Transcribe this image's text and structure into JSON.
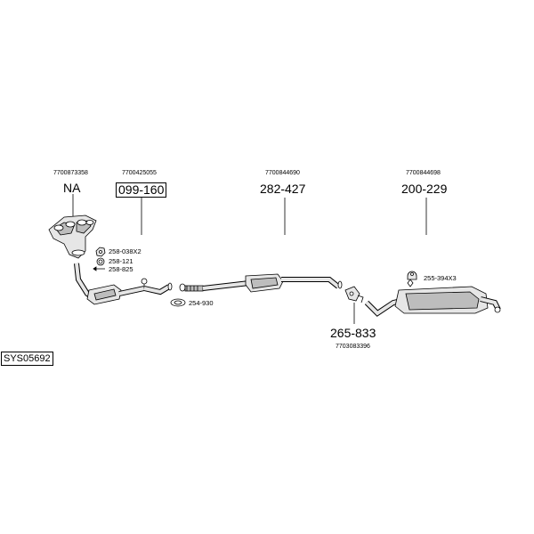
{
  "diagram": {
    "system_code": "SYS05692",
    "parts": [
      {
        "ref": "7700873358",
        "number": "NA",
        "boxed": false
      },
      {
        "ref": "7700425055",
        "number": "099-160",
        "boxed": true
      },
      {
        "ref": "7700844690",
        "number": "282-427",
        "boxed": false
      },
      {
        "ref": "7700844698",
        "number": "200-229",
        "boxed": false
      },
      {
        "ref": "7703083396",
        "number": "265-833",
        "boxed": false
      }
    ],
    "fittings": [
      {
        "label": "258-038X2"
      },
      {
        "label": "258-121"
      },
      {
        "label": "258-825"
      },
      {
        "label": "254-930"
      },
      {
        "label": "255-394X3"
      }
    ],
    "colors": {
      "line": "#000000",
      "part_fill": "#e6e6e6",
      "part_shade": "#bdbdbd"
    }
  }
}
